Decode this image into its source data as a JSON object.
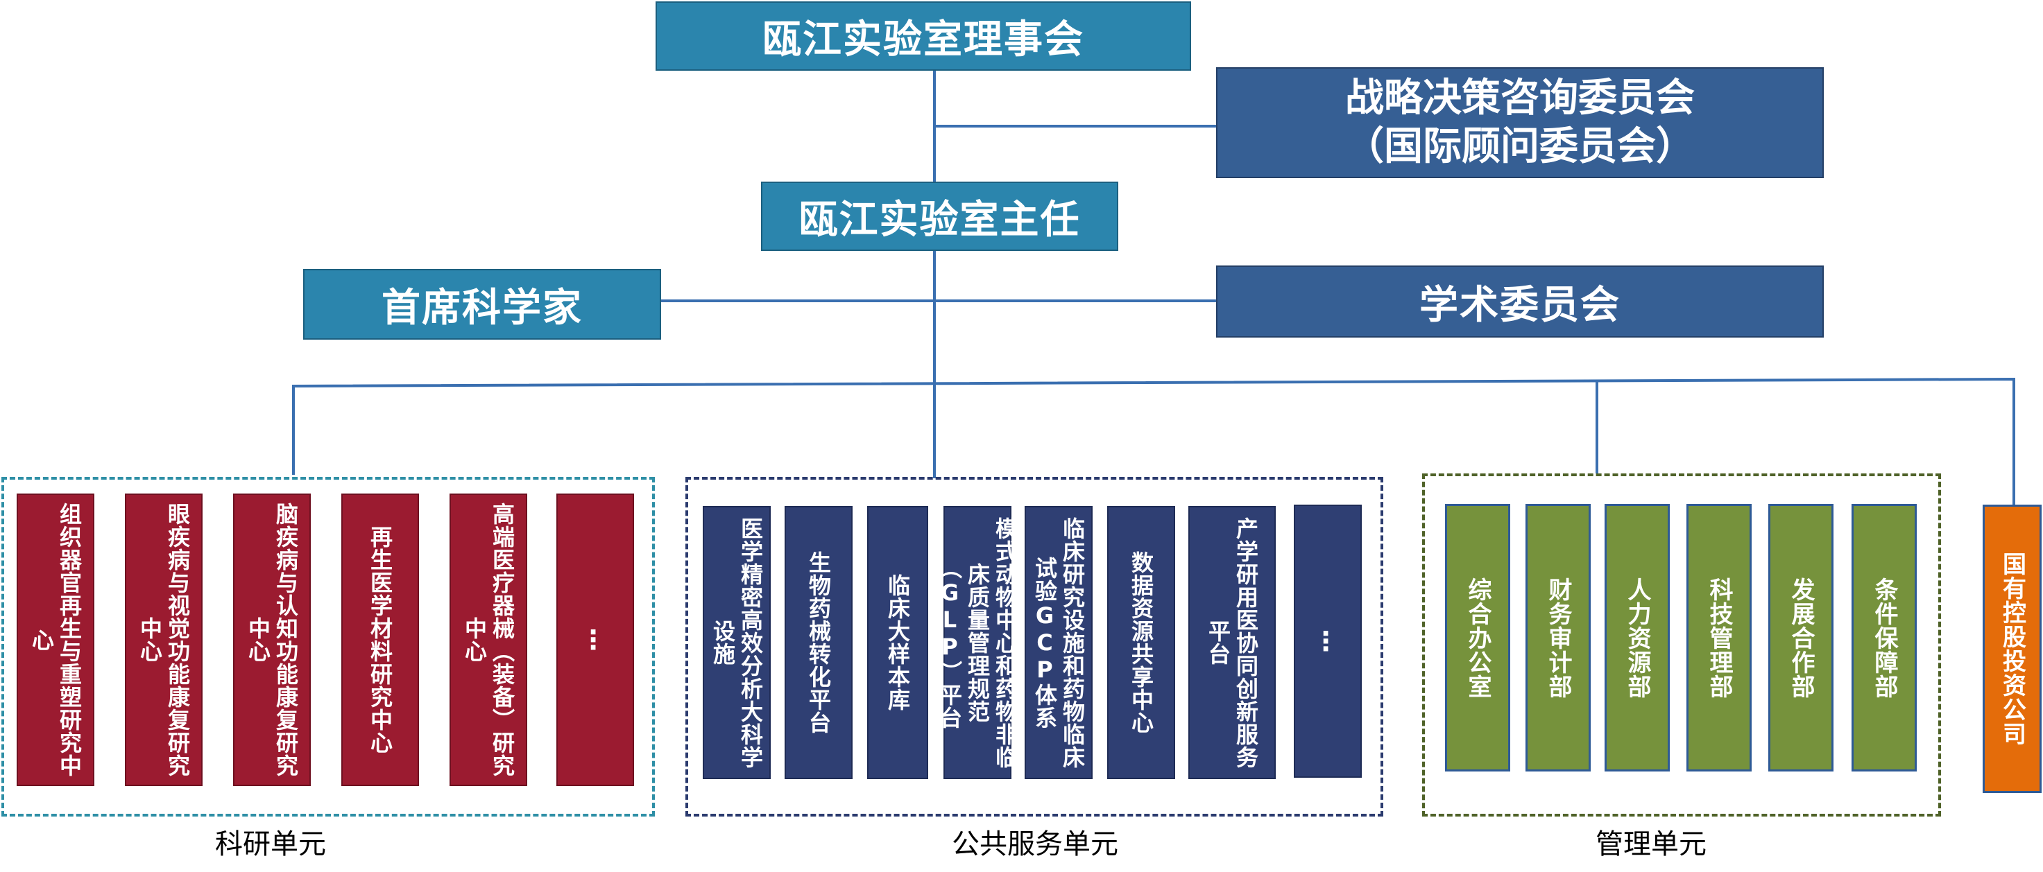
{
  "top": {
    "council": "瓯江实验室理事会",
    "strategy": [
      "战略决策咨询委员会",
      "（国际顾问委员会）"
    ],
    "director": "瓯江实验室主任",
    "chief_scientist": "首席科学家",
    "academic": "学术委员会"
  },
  "research": {
    "label": "科研单元",
    "items": [
      "组织器官再生与重塑研究中心",
      "眼疾病与视觉功能康复研究中心",
      "脑疾病与认知功能康复研究中心",
      "再生医学材料研究中心",
      "高端医疗器械（装备）研究中心",
      "⋮"
    ]
  },
  "public": {
    "label": "公共服务单元",
    "items": [
      "医学精密高效分析大科学设施",
      "生物药械转化平台",
      "临床大样本库",
      "模式动物中心和药物非临床质量管理规范（GLP）平台",
      "临床研究设施和药物临床试验GCP体系",
      "数据资源共享中心",
      "产学研用医协同创新服务平台",
      "⋮"
    ]
  },
  "management": {
    "label": "管理单元",
    "items": [
      "综合办公室",
      "财务审计部",
      "人力资源部",
      "科技管理部",
      "发展合作部",
      "条件保障部"
    ]
  },
  "company": "国有控股投资公司",
  "colors": {
    "teal": "#2b85ad",
    "steel": "#365f94",
    "research_red": "#9b1b30",
    "public_navy": "#2f3f73",
    "management_green": "#76923c",
    "company_orange": "#e46c0a",
    "connector_blue": "#3a6fb0"
  }
}
